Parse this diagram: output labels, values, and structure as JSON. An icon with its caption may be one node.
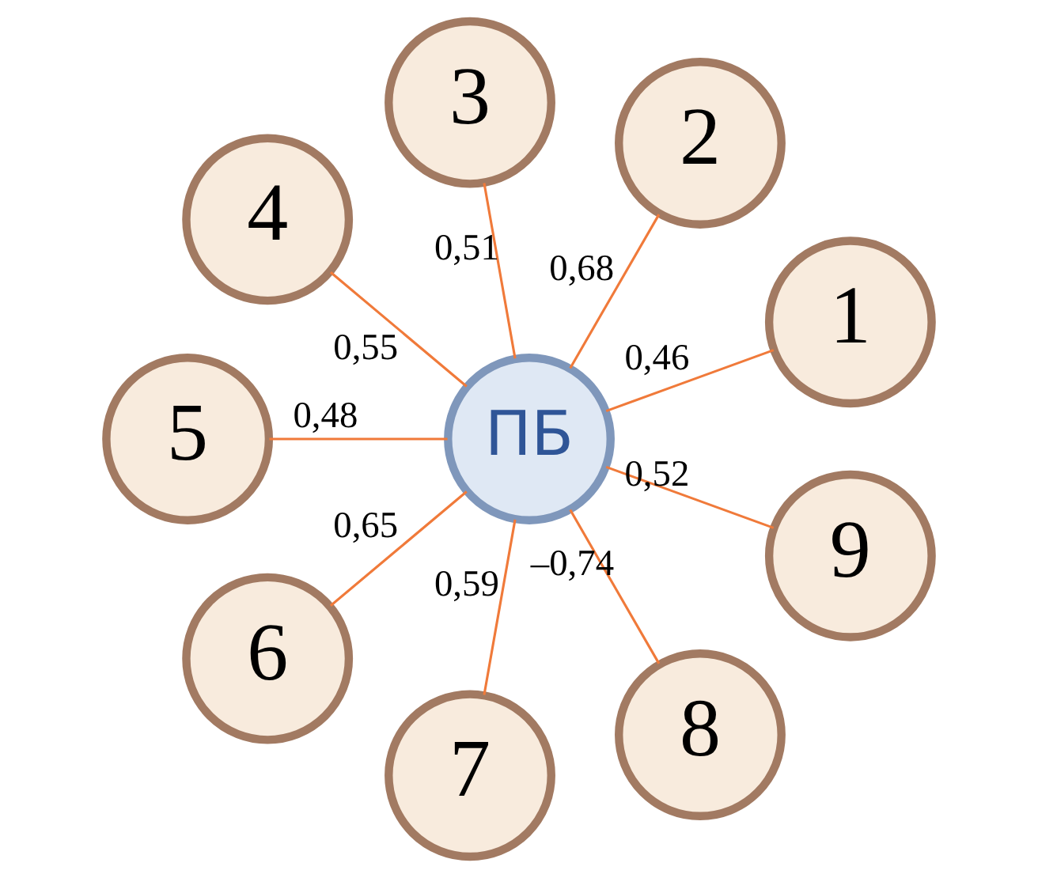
{
  "diagram": {
    "nodes": [
      {
        "text": [
          "ПБ"
        ]
      },
      {
        "text": [
          "1"
        ]
      },
      {
        "text": [
          "2"
        ]
      },
      {
        "text": [
          "3"
        ]
      },
      {
        "text": [
          "4"
        ]
      },
      {
        "text": [
          "5"
        ]
      },
      {
        "text": [
          "6"
        ]
      },
      {
        "text": [
          "7"
        ]
      },
      {
        "text": [
          "8"
        ]
      },
      {
        "text": [
          "9"
        ]
      }
    ],
    "edges": [
      {
        "from": 0,
        "to": 1,
        "arrow": "none",
        "label": "0,46"
      },
      {
        "from": 0,
        "to": 2,
        "arrow": "none",
        "label": "0,68"
      },
      {
        "from": 0,
        "to": 3,
        "arrow": "none",
        "label": "0,51"
      },
      {
        "from": 0,
        "to": 4,
        "arrow": "none",
        "label": "0,55"
      },
      {
        "from": 0,
        "to": 5,
        "arrow": "none",
        "label": "0,48"
      },
      {
        "from": 0,
        "to": 6,
        "arrow": "none",
        "label": "0,65"
      },
      {
        "from": 0,
        "to": 7,
        "arrow": "none",
        "label": "0,59"
      },
      {
        "from": 0,
        "to": 8,
        "arrow": "none",
        "label": "–0,74"
      },
      {
        "from": 0,
        "to": 9,
        "arrow": "none",
        "label": "0,52"
      }
    ]
  }
}
